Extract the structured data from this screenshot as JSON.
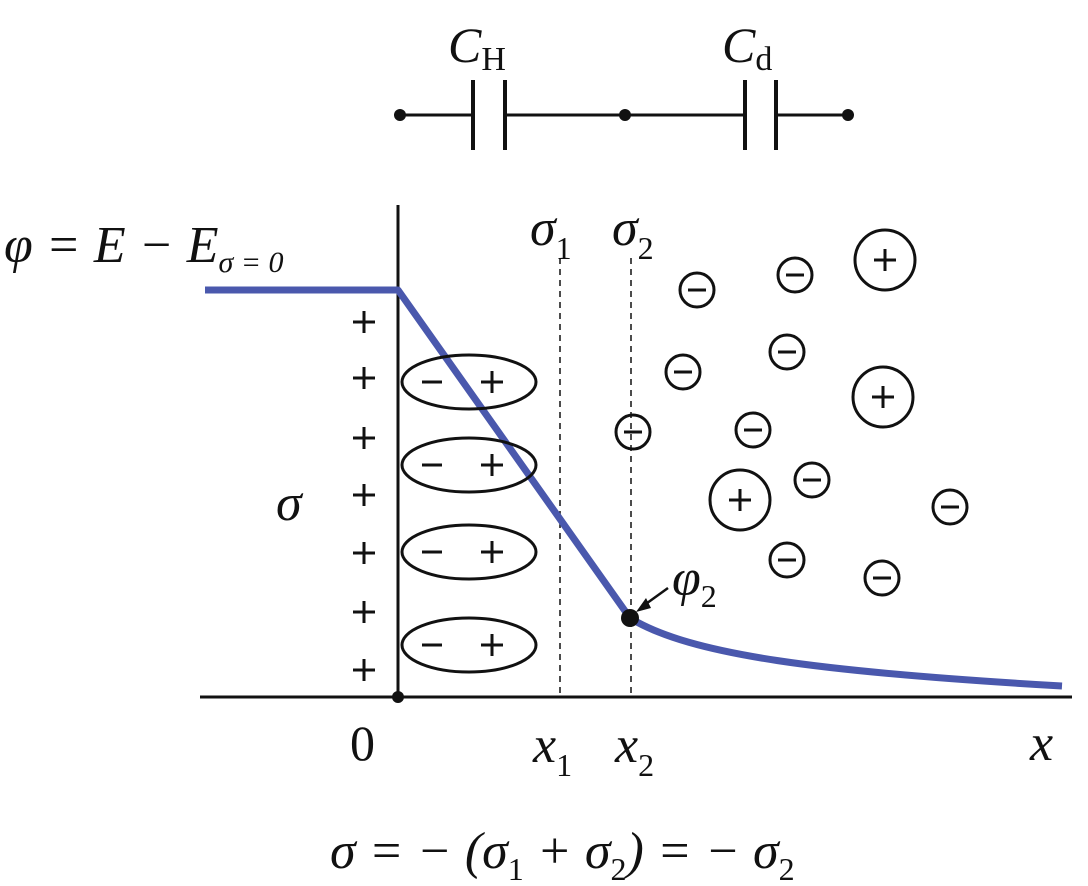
{
  "circuit": {
    "cap1": {
      "symbol": "C",
      "sub": "H"
    },
    "cap2": {
      "symbol": "C",
      "sub": "d"
    }
  },
  "labels": {
    "phi_def": {
      "lhs": "φ = E − E",
      "sub": "σ = 0"
    },
    "sigma1": {
      "symbol": "σ",
      "sub": "1"
    },
    "sigma2": {
      "symbol": "σ",
      "sub": "2"
    },
    "phi2": {
      "symbol": "φ",
      "sub": "2"
    },
    "sigma": "σ",
    "origin": "0",
    "x1": {
      "symbol": "x",
      "sub": "1"
    },
    "x2": {
      "symbol": "x",
      "sub": "2"
    },
    "x_axis": "x",
    "bottom_eq": {
      "part1": "σ = − (σ",
      "sub1": "1",
      "part2": " + σ",
      "sub2": "2",
      "part3": ") = − σ",
      "sub3": "2"
    }
  },
  "charges": {
    "plus": "+",
    "minus": "−"
  },
  "colors": {
    "curve": "#4a58ad",
    "ink": "#111111"
  }
}
